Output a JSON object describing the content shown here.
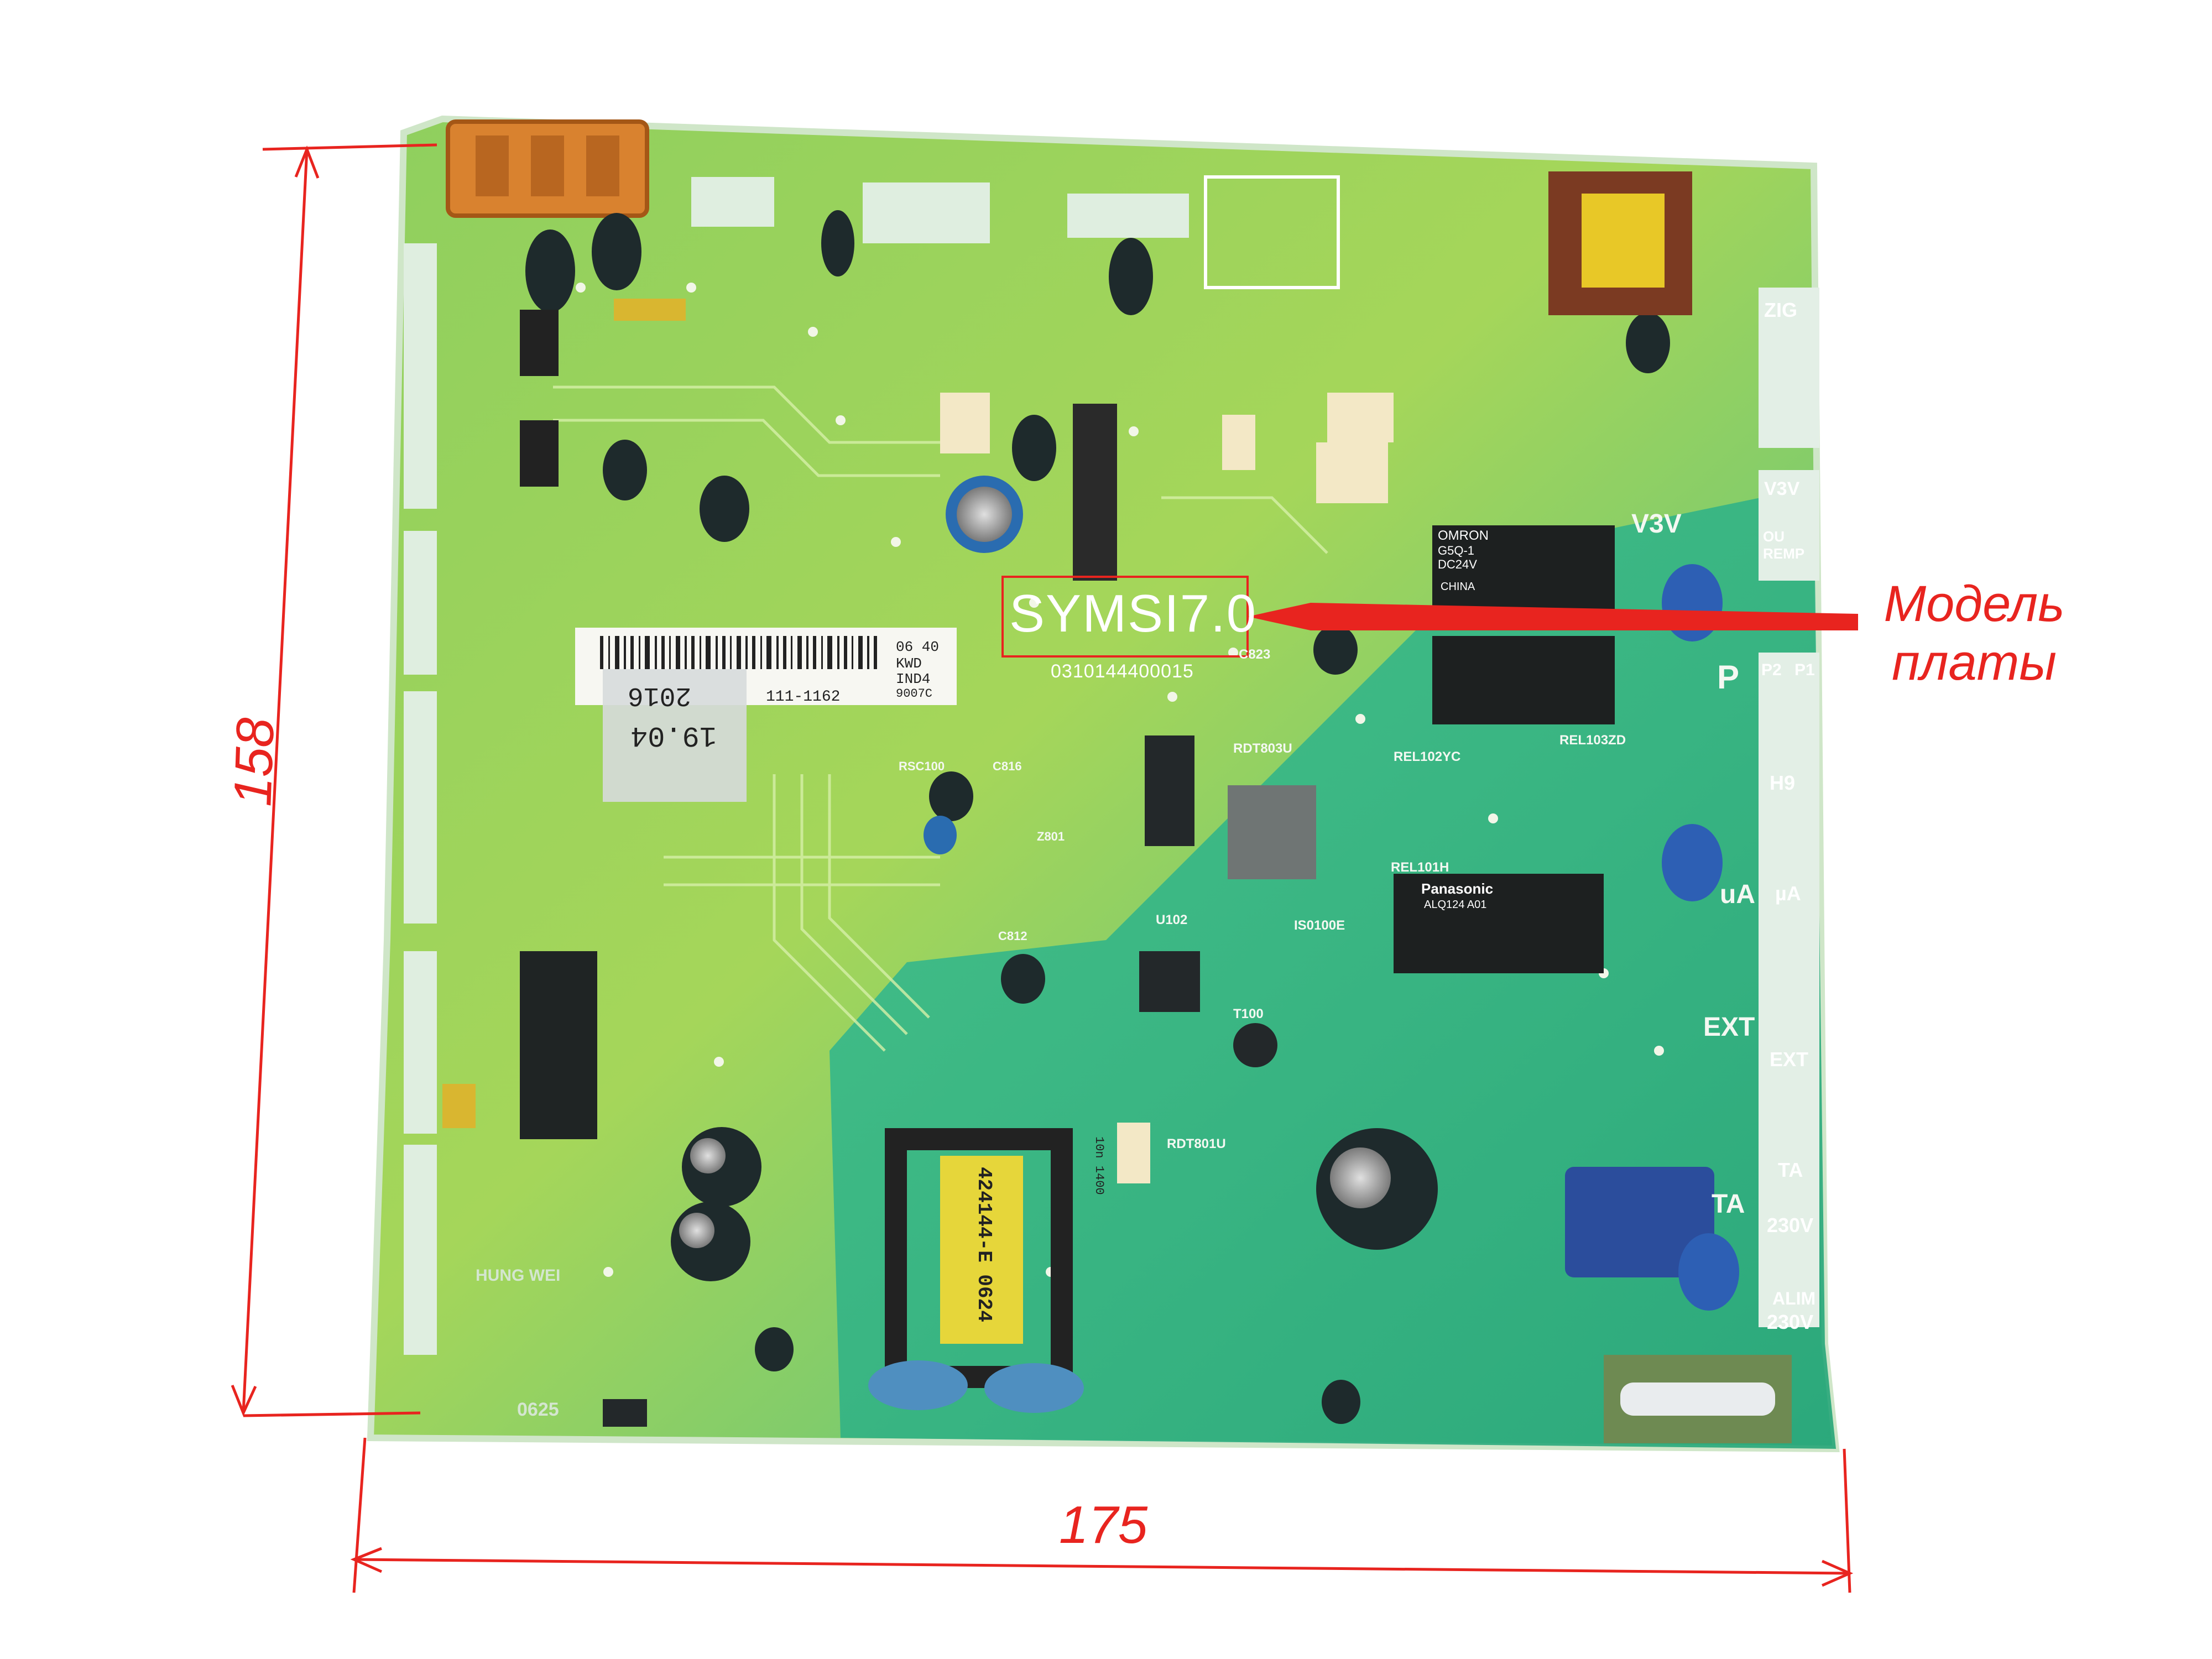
{
  "dimensions": {
    "height_label": "158",
    "width_label": "175"
  },
  "callout": {
    "line1": "Модель",
    "line2": "платы"
  },
  "board": {
    "model": "SYMSI7.0",
    "serial": "0310144400015",
    "sticker": {
      "code1": "06 40",
      "code2": "KWD",
      "code3": "IND4",
      "code4": "9007C",
      "part": "111-1162",
      "year": "2016",
      "date": "19.04"
    },
    "side_labels": [
      "ZIG",
      "V3V",
      "OU REMP",
      "P2",
      "P1",
      "H9",
      "µA",
      "EXT",
      "TA",
      "230V",
      "ALIM",
      "230V"
    ],
    "relay1": {
      "brand": "OMRON",
      "model": "G5Q-1",
      "spec": "DC24V",
      "origin": "CHINA"
    },
    "relay3": {
      "brand": "Panasonic",
      "model": "ALQ124 A01"
    },
    "silk_v3v": "V3V",
    "silk_ext": "EXT",
    "silk_p": "P",
    "silk_ua": "uA",
    "silk_ta": "TA",
    "ref_rel103": "REL103ZD",
    "ref_rel102": "REL102YC",
    "ref_rel101": "REL101H",
    "ref_rdt803": "RDT803U",
    "ref_rdt801": "RDT801U",
    "ref_t100": "T100",
    "ref_u102": "U102",
    "ref_is": "IS0100E",
    "ref_c823": "C823",
    "ref_rsc": "RSC100",
    "ref_c816": "C816",
    "ref_c812": "C812",
    "ref_z801": "Z801",
    "maker": "HUNG WEI",
    "date_code": "0625",
    "cap_code": "10n 1400",
    "transformer_code": "424144-E 0624"
  }
}
